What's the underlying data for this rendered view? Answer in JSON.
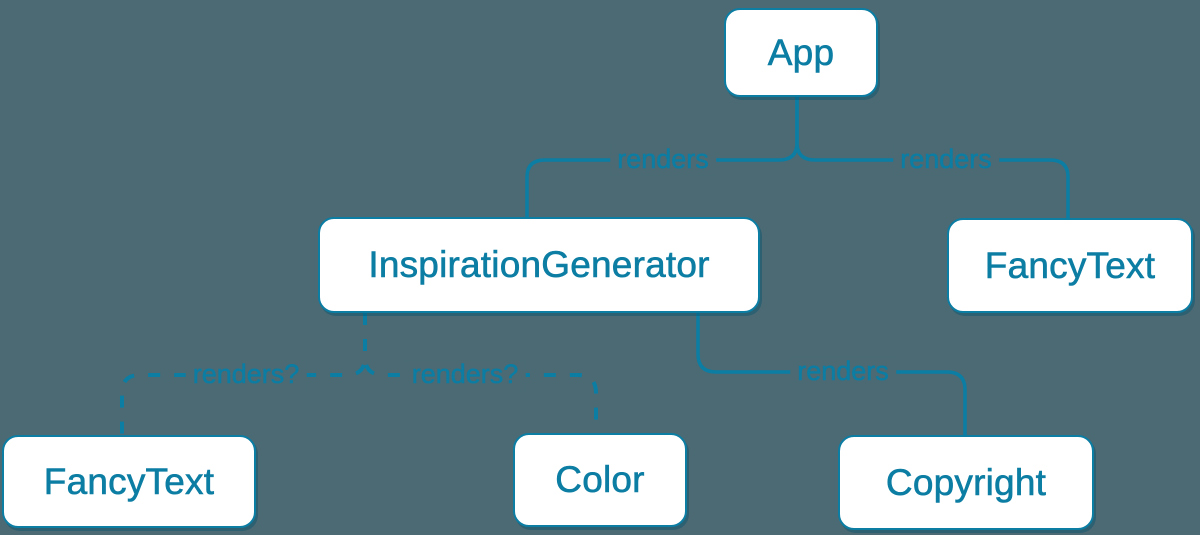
{
  "colors": {
    "background": "#4B6A74",
    "line": "#0C7DA3",
    "node_fill": "#FFFFFF",
    "node_text": "#0C7DA3"
  },
  "diagram": {
    "type": "render-tree",
    "nodes": [
      {
        "id": "app",
        "label": "App"
      },
      {
        "id": "inspiration-generator",
        "label": "InspirationGenerator"
      },
      {
        "id": "fancy-text-top",
        "label": "FancyText"
      },
      {
        "id": "fancy-text-bottom",
        "label": "FancyText"
      },
      {
        "id": "color",
        "label": "Color"
      },
      {
        "id": "copyright",
        "label": "Copyright"
      }
    ],
    "edges": [
      {
        "from": "App",
        "to": "InspirationGenerator",
        "label": "renders",
        "style": "solid"
      },
      {
        "from": "App",
        "to": "FancyText",
        "label": "renders",
        "style": "solid"
      },
      {
        "from": "InspirationGenerator",
        "to": "FancyText",
        "label": "renders?",
        "style": "dashed"
      },
      {
        "from": "InspirationGenerator",
        "to": "Color",
        "label": "renders?",
        "style": "dashed"
      },
      {
        "from": "InspirationGenerator",
        "to": "Copyright",
        "label": "renders",
        "style": "solid"
      }
    ]
  }
}
